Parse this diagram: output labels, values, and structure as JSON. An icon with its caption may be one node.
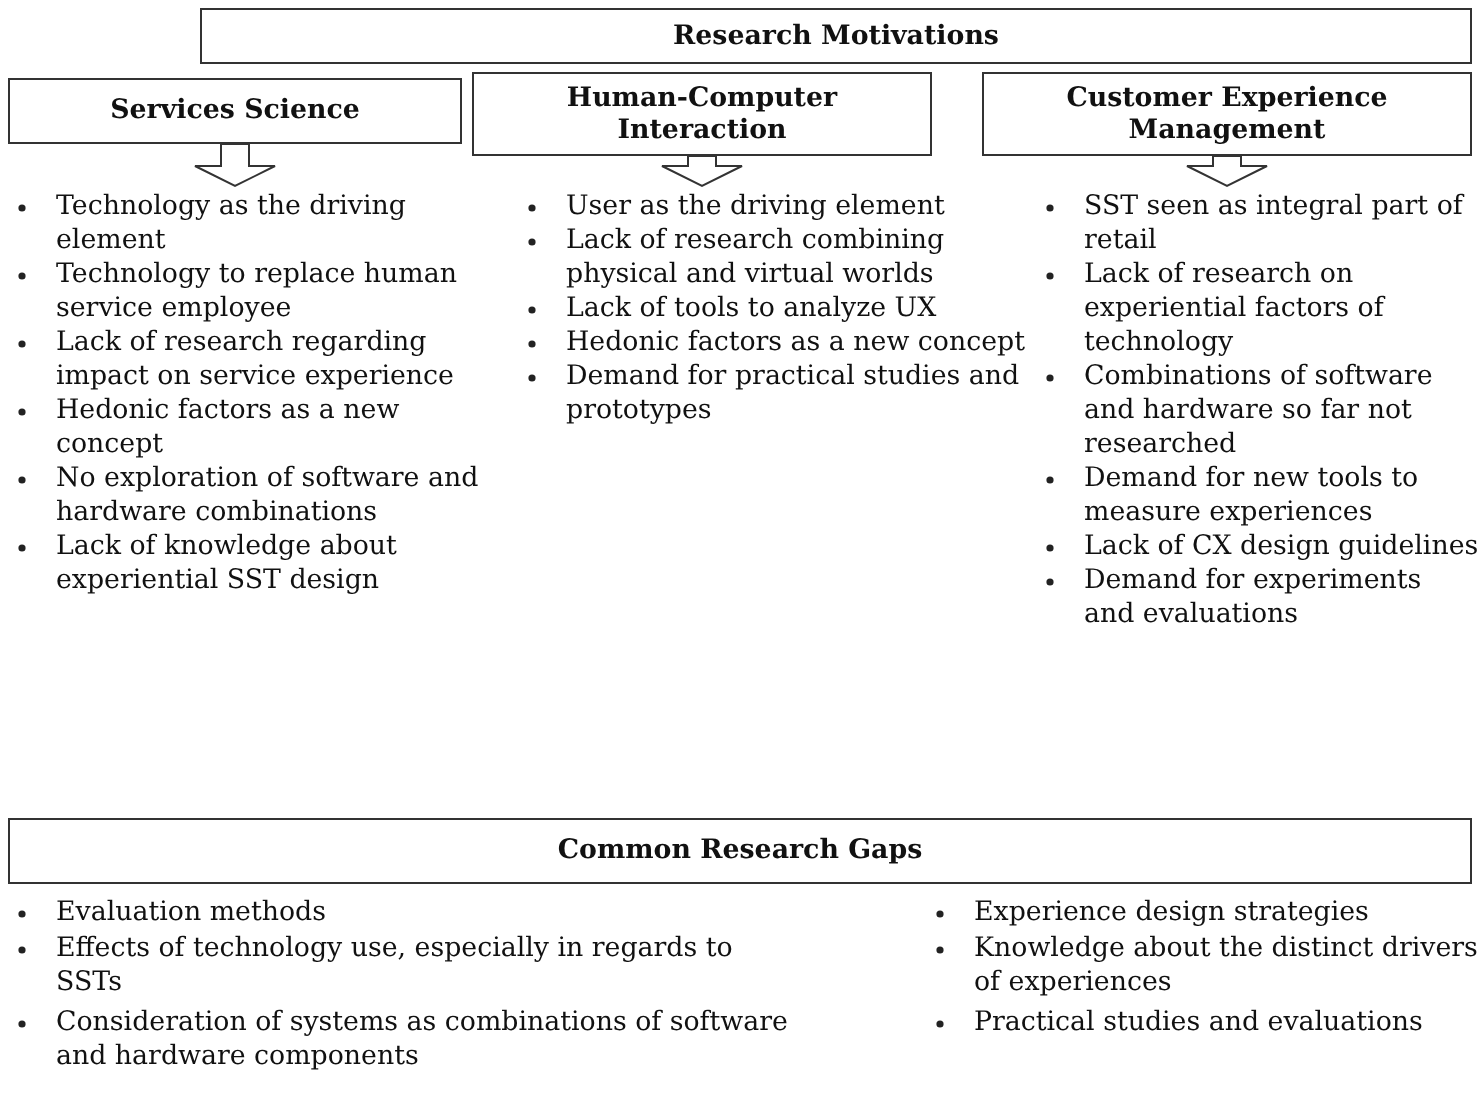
{
  "diagram": {
    "nodes": [
      {
        "text": [
          "Research Motivations"
        ]
      },
      {
        "text": [
          "Services Science"
        ]
      },
      {
        "text": [
          "Human-Computer Interaction"
        ]
      },
      {
        "text": [
          "Customer Experience Management"
        ]
      },
      {
        "text": [
          "Technology as the driving element",
          "Technology to replace human service employee",
          "Lack of research regarding impact on service experience",
          "Hedonic factors as a new concept",
          "No exploration of software and hardware combinations",
          "Lack of knowledge about experiential SST design"
        ]
      },
      {
        "text": [
          "User as the driving element",
          "Lack of research combining physical and virtual worlds",
          "Lack of tools to analyze UX",
          "Hedonic factors as a new concept",
          "Demand for practical studies and prototypes"
        ]
      },
      {
        "text": [
          "SST seen as integral part of retail",
          "Lack of research on experiential factors of technology",
          "Combinations of software and hardware so far not researched",
          "Demand for new tools to measure experiences",
          "Lack of CX design guidelines",
          "Demand for experiments and evaluations"
        ]
      },
      {
        "text": [
          "Common Research Gaps"
        ]
      }
    ],
    "edges": [
      {
        "from": 1,
        "to": 4,
        "arrow": "to"
      },
      {
        "from": 2,
        "to": 5,
        "arrow": "to"
      },
      {
        "from": 3,
        "to": 6,
        "arrow": "to"
      }
    ],
    "labels": [
      "Evaluation methods",
      "Effects of technology use, especially in regards to SSTs",
      "Consideration of systems as combinations of software and hardware components",
      "Experience design strategies",
      "Knowledge about the distinct drivers of experiences",
      "Practical studies and evaluations"
    ]
  }
}
